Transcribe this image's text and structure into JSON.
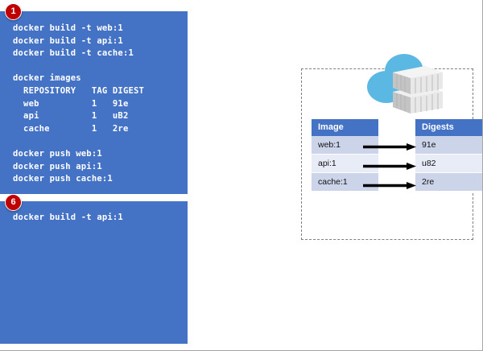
{
  "terminal_blocks": [
    {
      "badge": "1",
      "code": "docker build -t web:1\ndocker build -t api:1\ndocker build -t cache:1\n\ndocker images\n  REPOSITORY   TAG DIGEST\n  web          1   91e\n  api          1   uB2\n  cache        1   2re\n\ndocker push web:1\ndocker push api:1\ndocker push cache:1"
    },
    {
      "badge": "6",
      "code": "docker build -t api:1"
    }
  ],
  "diagram": {
    "registry_icon_name": "cloud-registry-icon",
    "image_table": {
      "header": "Image",
      "rows": [
        "web:1",
        "api:1",
        "cache:1"
      ]
    },
    "digest_table": {
      "header": "Digests",
      "rows": [
        "91e",
        "u82",
        "2re"
      ]
    },
    "mappings": [
      {
        "image": "web:1",
        "digest": "91e"
      },
      {
        "image": "api:1",
        "digest": "u82"
      },
      {
        "image": "cache:1",
        "digest": "2re"
      }
    ]
  },
  "colors": {
    "panel_blue": "#4472C4",
    "badge_red": "#C00000",
    "cloud_blue": "#5BB8E3",
    "container_grey": "#BFBFBF",
    "row_shade_a": "#CCD4EA",
    "row_shade_b": "#E8ECF7",
    "boundary_grey": "#808080"
  }
}
